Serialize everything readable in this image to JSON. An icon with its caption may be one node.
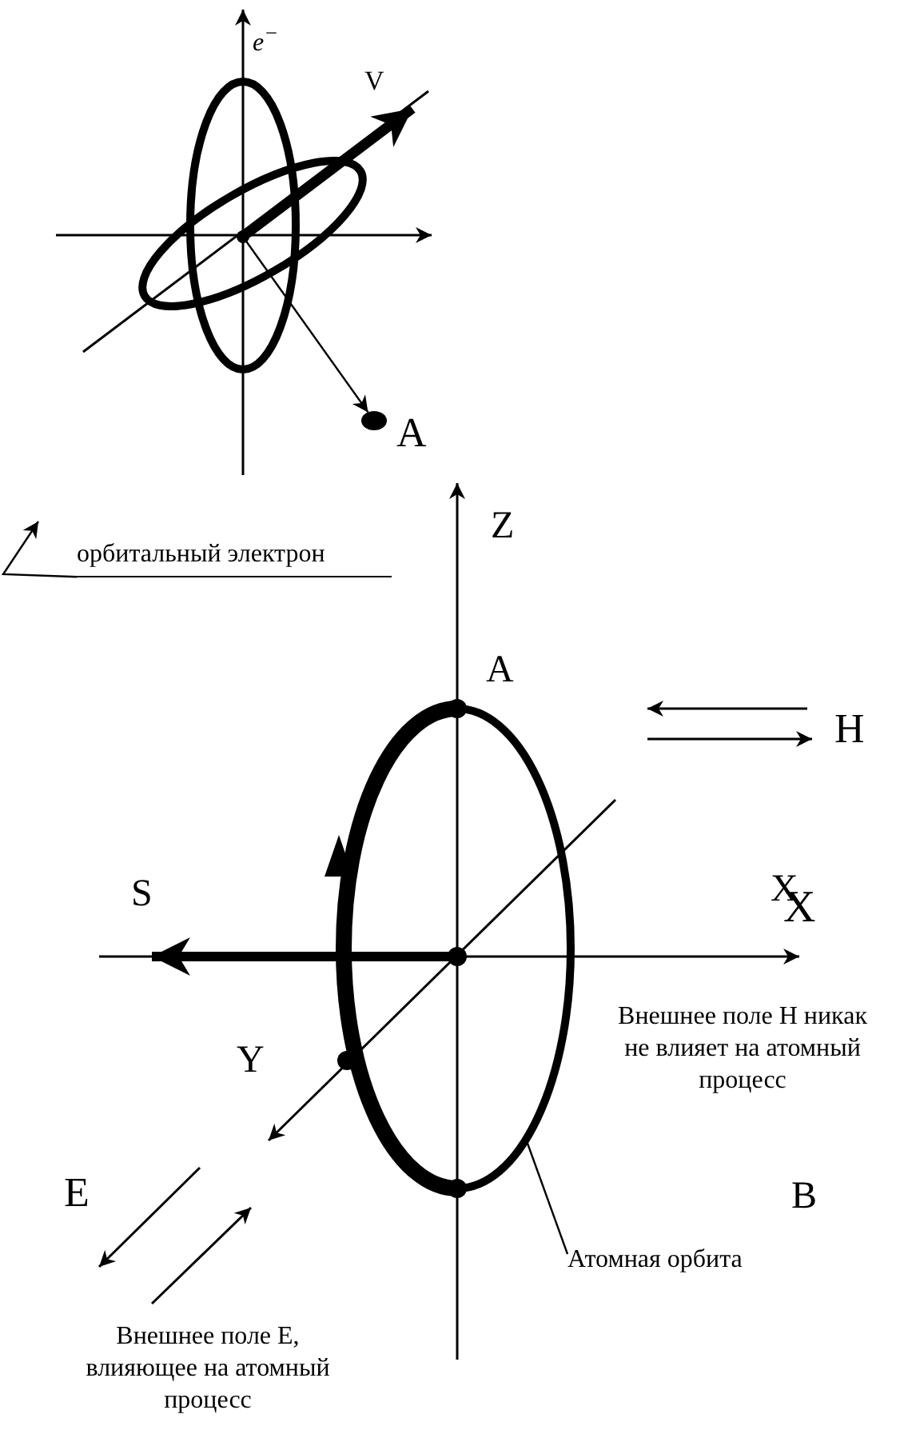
{
  "diagram": {
    "nodes": [
      {
        "text": [],
        "shape": "circle",
        "beside": [
          "A"
        ]
      },
      {
        "text": [
          "орбитальный электрон"
        ]
      },
      {
        "text": [
          "Атомная орбита"
        ]
      },
      {
        "text": [],
        "shape": "circle"
      }
    ],
    "edges": [
      {
        "from": null,
        "to": 0,
        "arrow": "to"
      },
      {
        "from": 1,
        "to": null,
        "arrow": "to"
      },
      {
        "from": 2,
        "to": 3,
        "arrow": "none"
      }
    ],
    "labels": [
      "e$^{−}$",
      "V",
      "Z",
      "A",
      "H",
      "S",
      "X",
      "X",
      "Y",
      "Внешнее поле Н никак не влияет на атомный процесс",
      "B",
      "E",
      "Внешнее поле Е, влияющее на атомный процесс"
    ]
  }
}
